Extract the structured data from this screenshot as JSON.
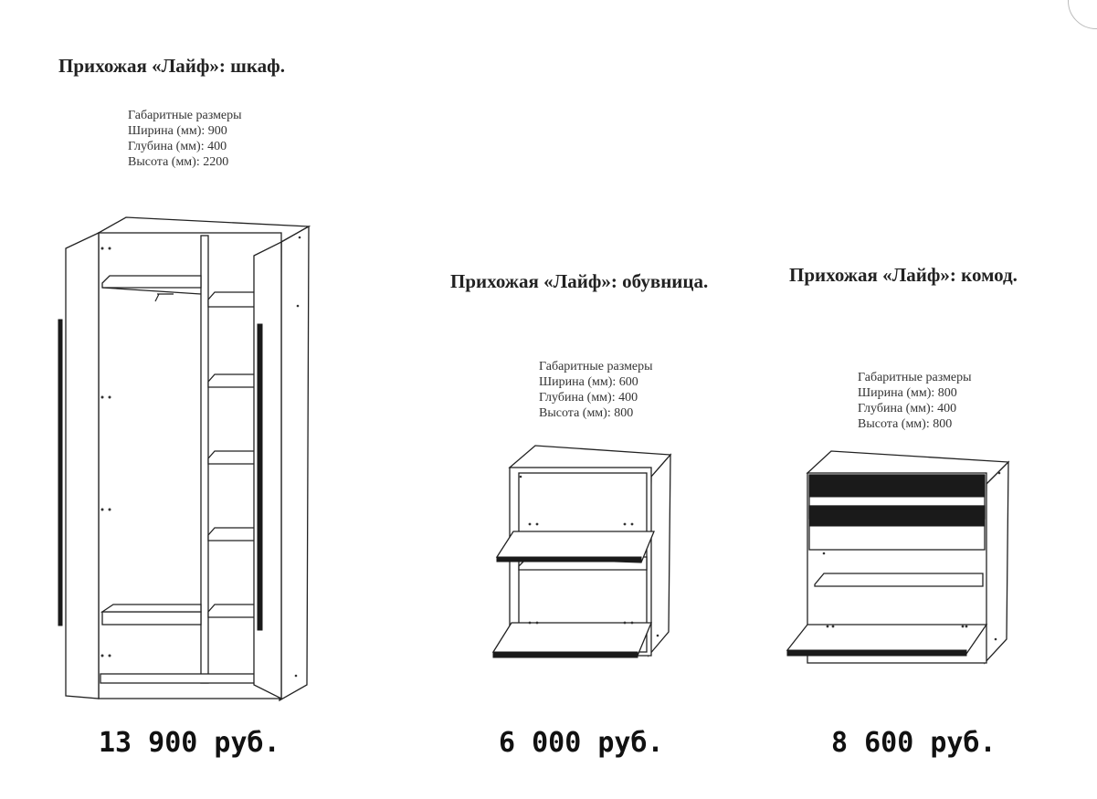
{
  "products": [
    {
      "id": "wardrobe",
      "title": "Прихожая «Лайф»: шкаф.",
      "dims_header": "Габаритные размеры",
      "width": "Ширина (мм): 900",
      "depth": "Глубина (мм): 400",
      "height": "Высота (мм): 2200",
      "price": "13 900 руб."
    },
    {
      "id": "shoe-cabinet",
      "title": "Прихожая «Лайф»: обувница.",
      "dims_header": "Габаритные размеры",
      "width": "Ширина (мм): 600",
      "depth": "Глубина (мм): 400",
      "height": "Высота (мм): 800",
      "price": "6 000 руб."
    },
    {
      "id": "dresser",
      "title": "Прихожая «Лайф»: комод.",
      "dims_header": "Габаритные размеры",
      "width": "Ширина (мм): 800",
      "depth": "Глубина (мм): 400",
      "height": "Высота (мм): 800",
      "price": "8 600 руб."
    }
  ]
}
